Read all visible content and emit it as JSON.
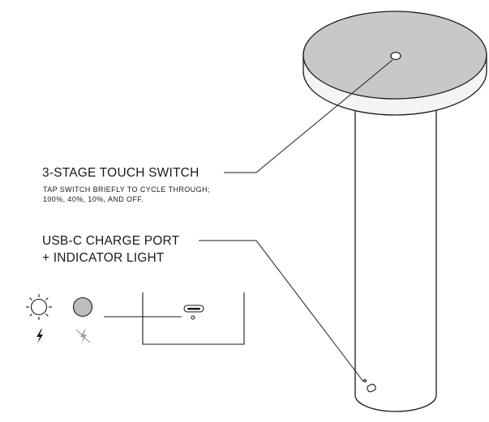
{
  "touch_switch": {
    "title": "3-STAGE TOUCH SWITCH",
    "description_line1": "TAP SWITCH BRIEFLY TO CYCLE THROUGH;",
    "description_line2": "100%, 40%, 10%, AND OFF."
  },
  "charge_port": {
    "title_line1": "USB-C CHARGE PORT",
    "title_line2": "+ INDICATOR LIGHT"
  },
  "indicator_legend": [
    {
      "light": "sun-icon",
      "state": "charging-bolt-icon"
    },
    {
      "light": "gray-circle-icon",
      "state": "crossed-bolt-icon"
    }
  ],
  "colors": {
    "line": "#1a1a1a",
    "lamp_top": "#c8c8c8",
    "lamp_body": "#ffffff",
    "indicator_off": "#bdbdbd"
  }
}
